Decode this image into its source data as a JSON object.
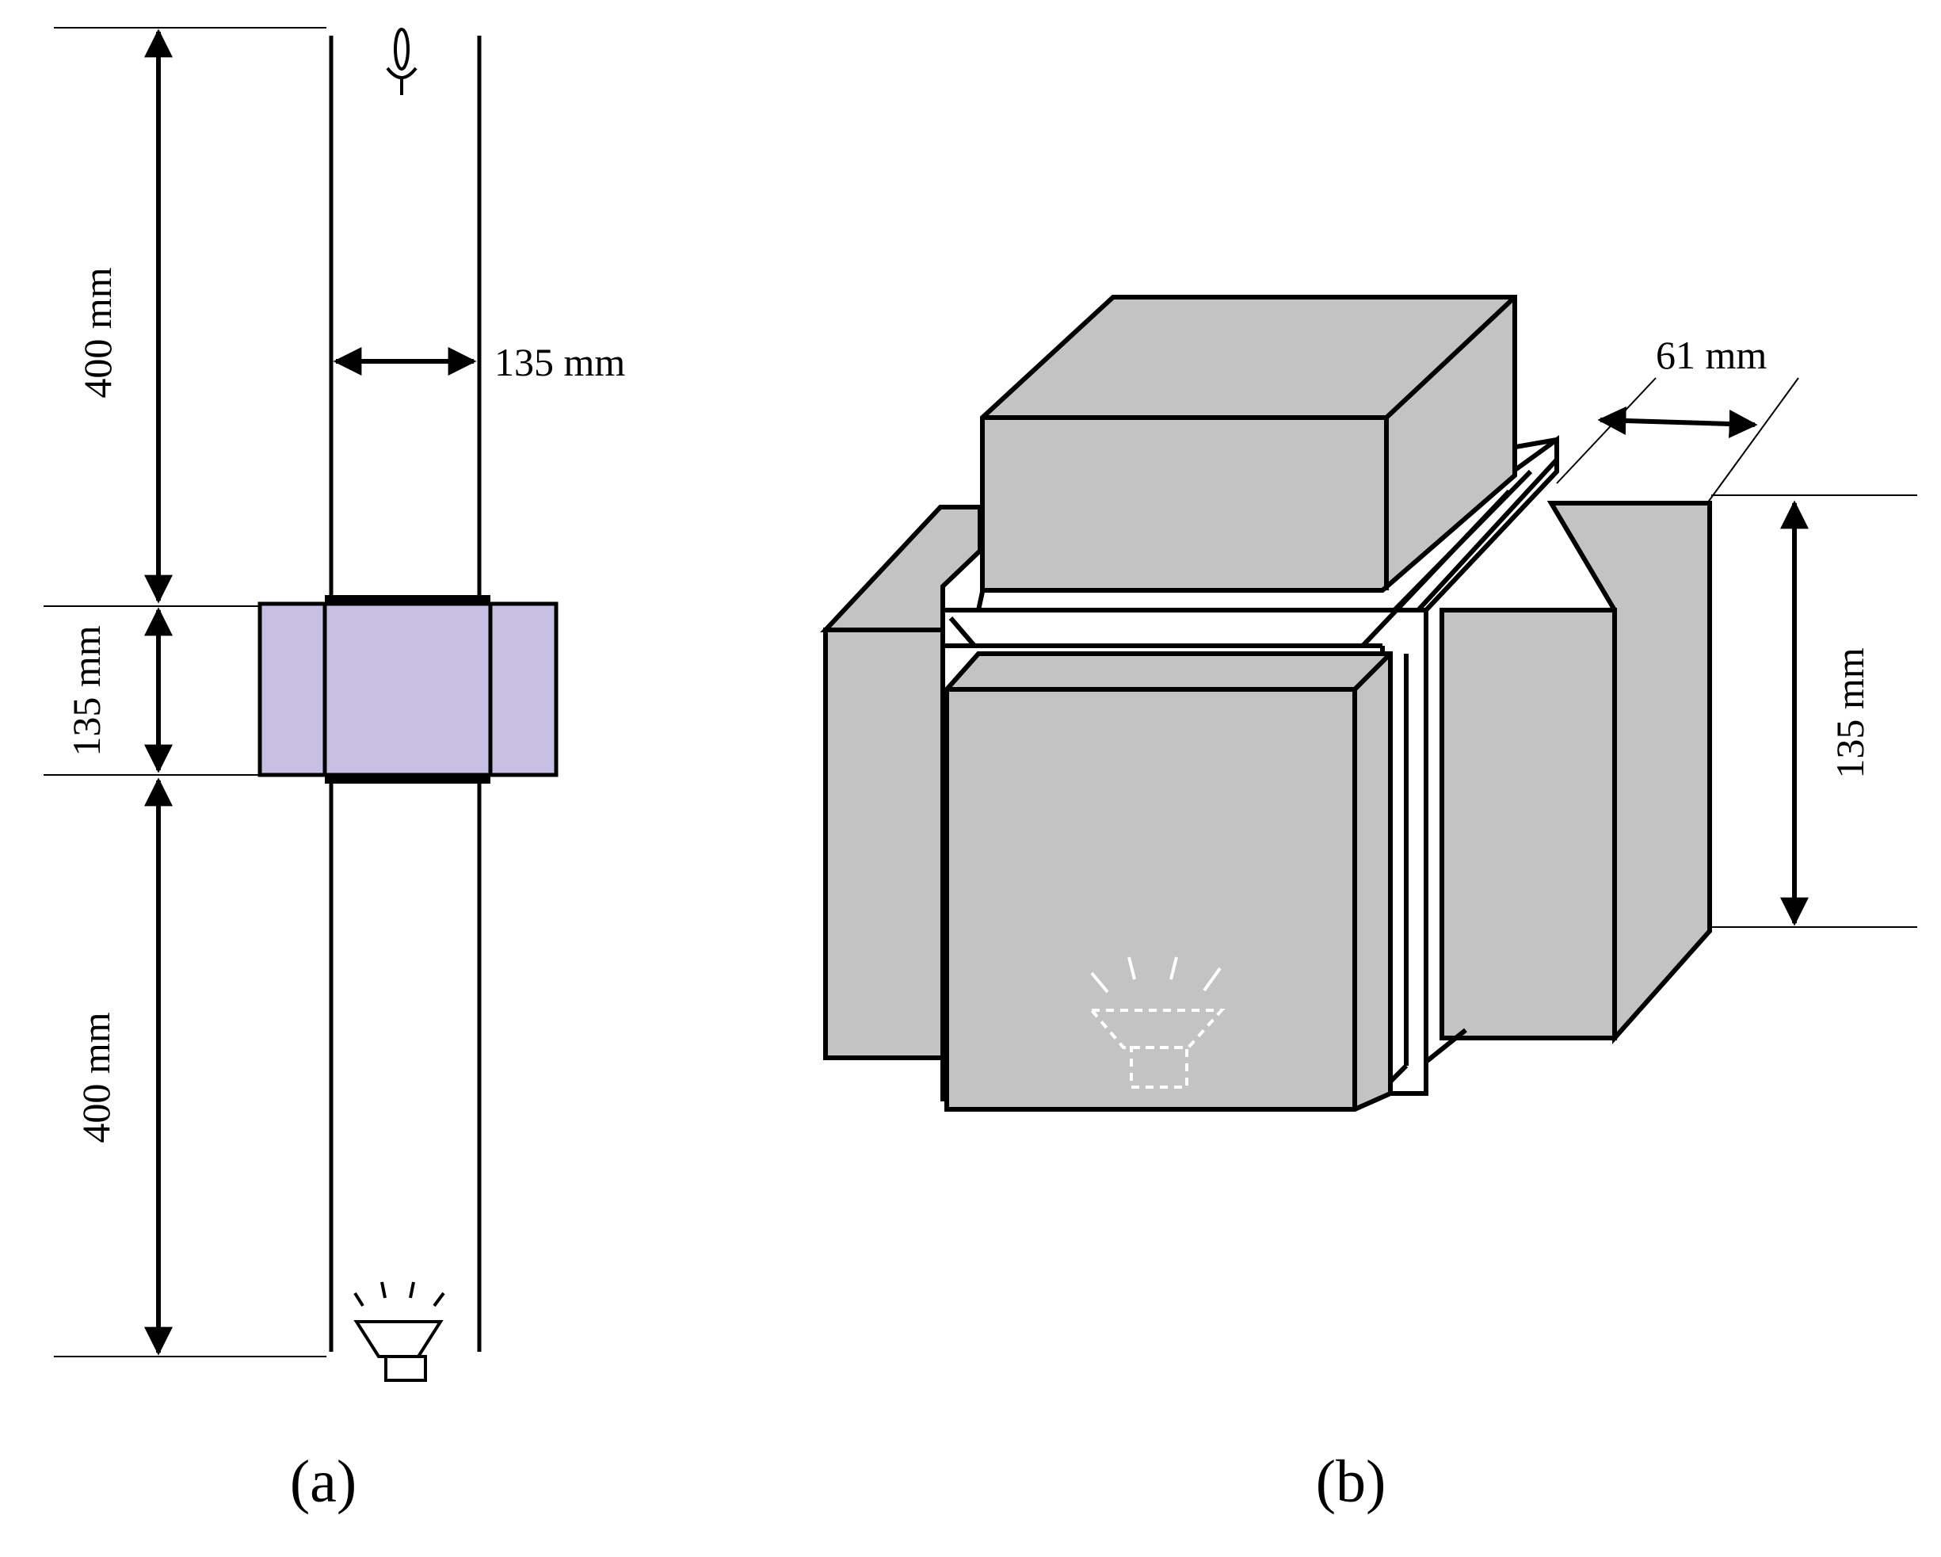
{
  "panel_a": {
    "dim_top": "400 mm",
    "dim_middle": "135 mm",
    "dim_bottom": "400 mm",
    "dim_width": "135 mm",
    "caption": "(a)",
    "specimen_color": "#c8c0e4",
    "microphone": "microphone-icon",
    "speaker": "speaker-icon"
  },
  "panel_b": {
    "dim_depth": "61 mm",
    "dim_height": "135 mm",
    "caption": "(b)",
    "block_color": "#c3c3c3",
    "speaker": "speaker-dashed-icon"
  }
}
